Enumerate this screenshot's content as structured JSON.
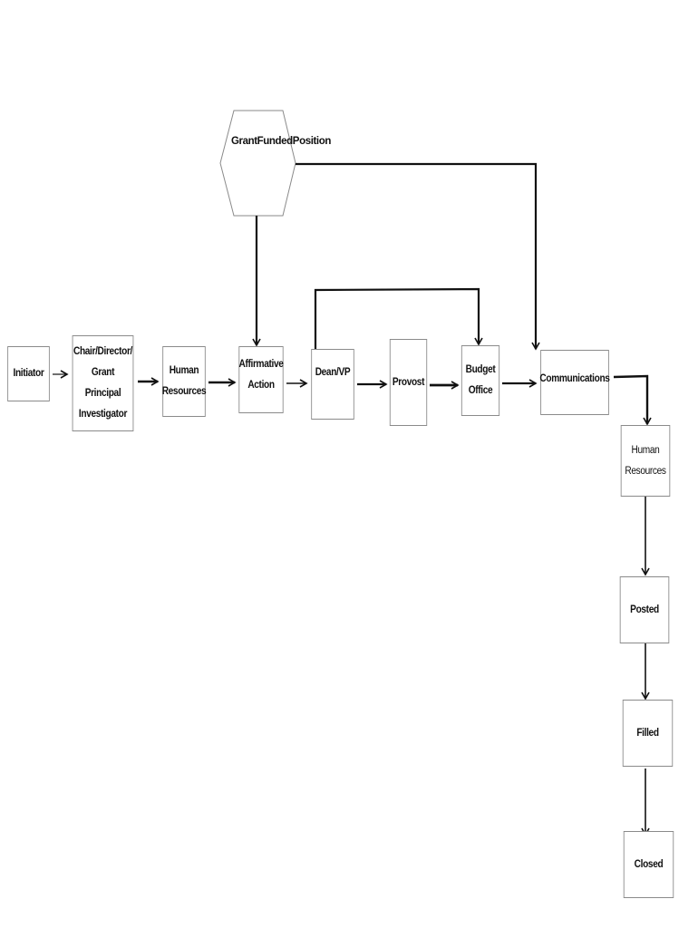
{
  "diagram": {
    "colors": {
      "line": "#111111",
      "border": "#8a8a8a",
      "fill": "#ffffff"
    },
    "nodes": {
      "initiator": {
        "lines": [
          "Initiator"
        ]
      },
      "chair": {
        "lines": [
          "Chair/Director/",
          "Grant Principal",
          "Investigator"
        ]
      },
      "hr1": {
        "lines": [
          "Human",
          "Resources"
        ]
      },
      "aa": {
        "lines": [
          "Affirmative",
          "Action"
        ]
      },
      "dean": {
        "lines": [
          "Dean/VP"
        ]
      },
      "provost": {
        "lines": [
          "Provost"
        ]
      },
      "budget": {
        "lines": [
          "Budget",
          "Office"
        ]
      },
      "comm": {
        "lines": [
          "Communications"
        ]
      },
      "hr2": {
        "lines": [
          "Human",
          "Resources"
        ]
      },
      "posted": {
        "lines": [
          "Posted"
        ]
      },
      "filled": {
        "lines": [
          "Filled"
        ]
      },
      "closed": {
        "lines": [
          "Closed"
        ]
      },
      "grant": {
        "lines": [
          "Grant",
          "Funded",
          "Position"
        ]
      }
    },
    "edges": [
      {
        "from": "initiator",
        "to": "chair"
      },
      {
        "from": "chair",
        "to": "hr1"
      },
      {
        "from": "hr1",
        "to": "aa"
      },
      {
        "from": "aa",
        "to": "dean"
      },
      {
        "from": "dean",
        "to": "provost"
      },
      {
        "from": "provost",
        "to": "budget"
      },
      {
        "from": "budget",
        "to": "comm"
      },
      {
        "from": "comm",
        "to": "hr2"
      },
      {
        "from": "hr2",
        "to": "posted"
      },
      {
        "from": "posted",
        "to": "filled"
      },
      {
        "from": "filled",
        "to": "closed"
      },
      {
        "from": "grant",
        "to": "aa"
      },
      {
        "from": "grant",
        "to": "comm"
      },
      {
        "from": "dean",
        "to": "budget"
      }
    ]
  }
}
